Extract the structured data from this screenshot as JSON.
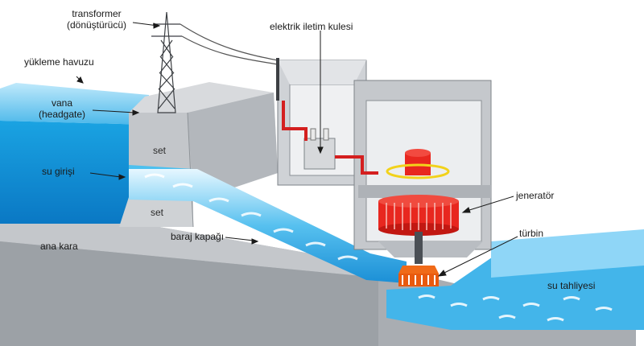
{
  "labels": {
    "transformer": "transformer",
    "transformer_tr": "(dönüştürücü)",
    "transmission_tower": "elektrik iletim kulesi",
    "reservoir": "yükleme havuzu",
    "headgate": "vana",
    "headgate_en": "(headgate)",
    "dam_upper": "set",
    "intake": "su girişi",
    "dam_lower": "set",
    "bedrock": "ana kara",
    "penstock": "baraj kapağı",
    "generator": "jeneratör",
    "turbine": "türbin",
    "outflow": "su tahliyesi"
  },
  "colors": {
    "water": "#1a9fe0",
    "water_light": "#8fd6f7",
    "concrete": "#c9ccd0",
    "concrete_dark": "#9ea3a8",
    "generator": "#e8271f",
    "turbine": "#f06a18",
    "wire": "#d41f1f"
  }
}
